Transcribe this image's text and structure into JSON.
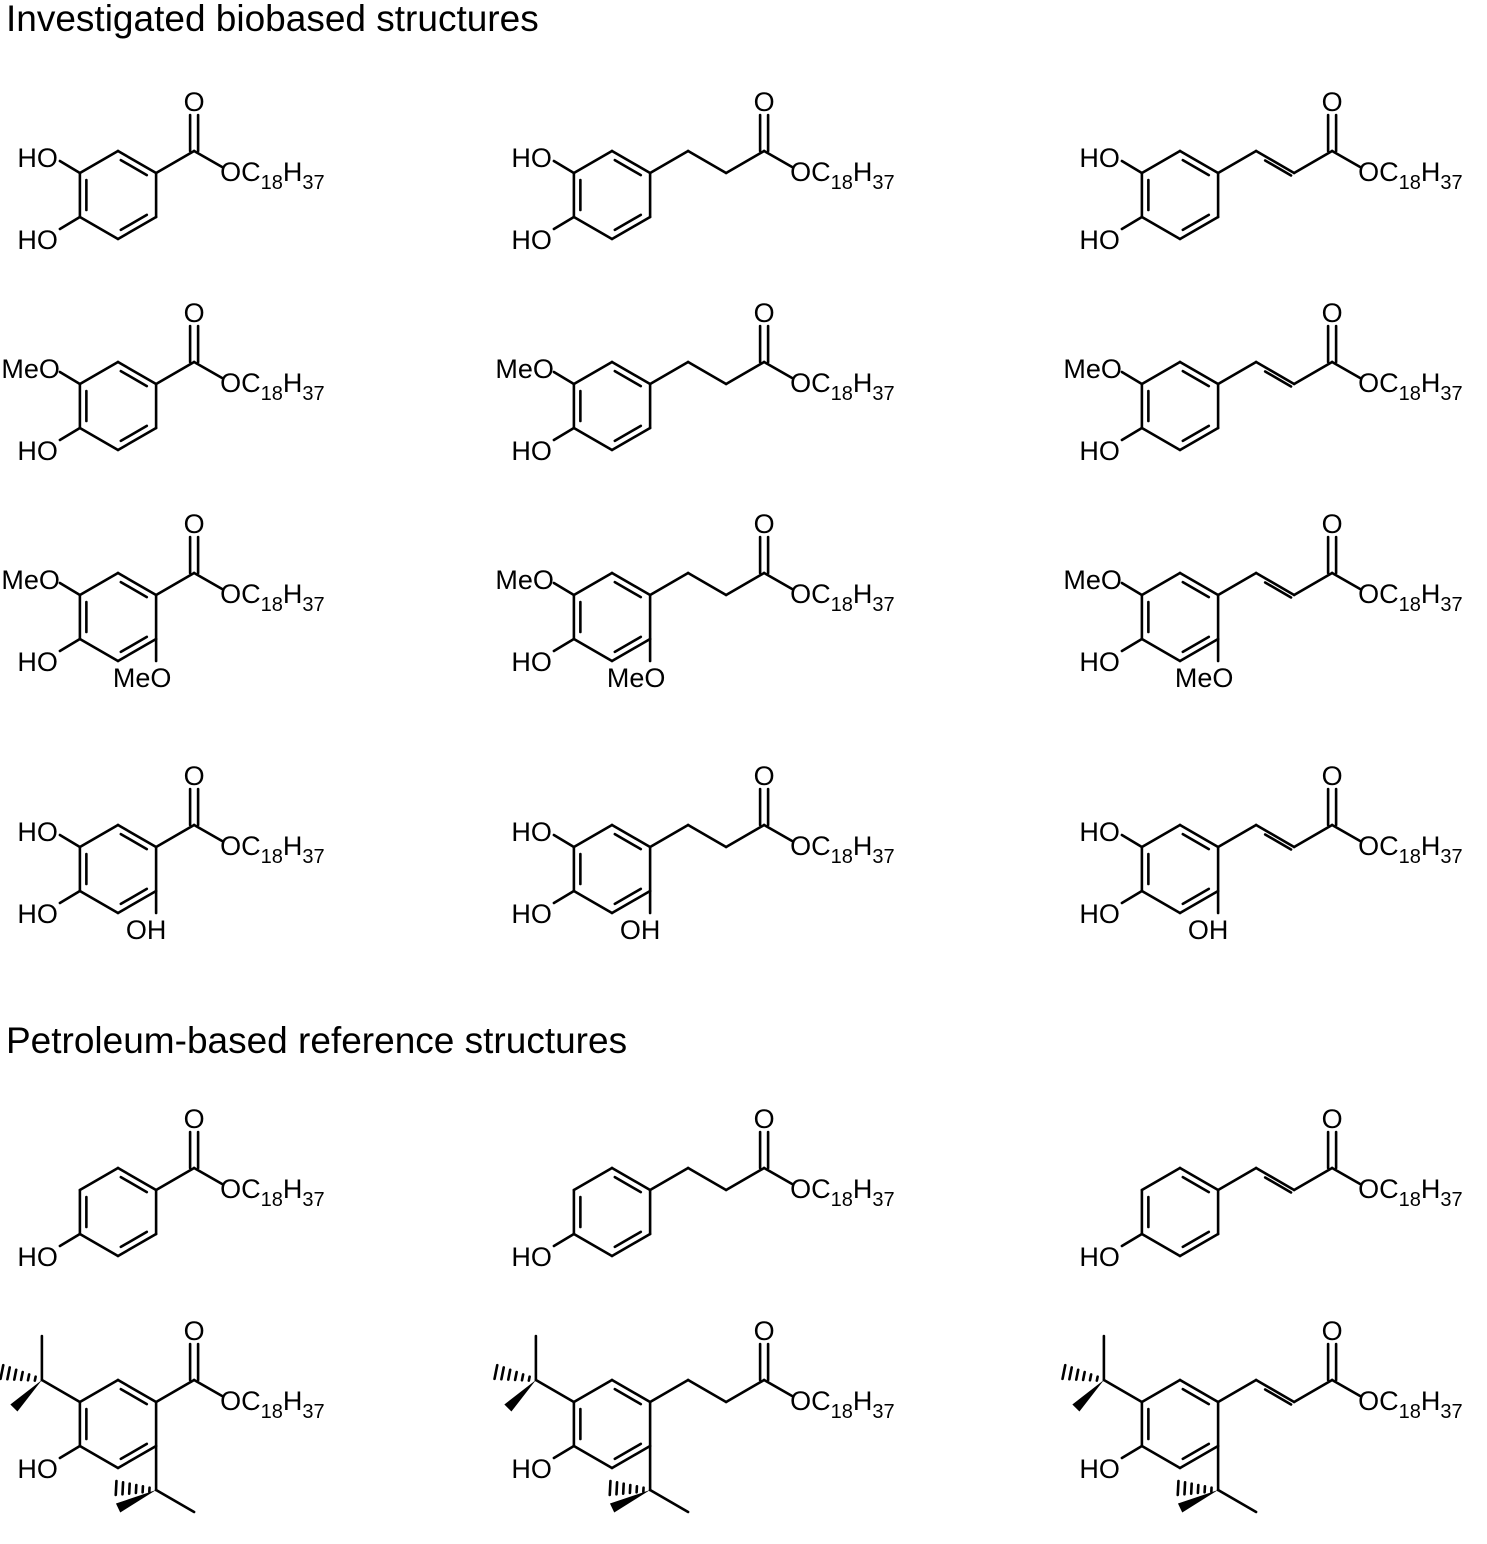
{
  "sections": {
    "biobased_title": "Investigated biobased structures",
    "petroleum_title": "Petroleum-based reference structures"
  },
  "labels": {
    "hydroxyl": "HO",
    "hydroxyl_right": "OH",
    "methoxy": "MeO",
    "carbonyl_oxygen": "O",
    "ester_oxygen": "O",
    "ester_carbon": "C",
    "ester_c_subscript": "18",
    "ester_hydrogen": "H",
    "ester_h_subscript": "37"
  },
  "grid": {
    "rows": [
      {
        "substitution": "3,4-dihydroxy"
      },
      {
        "substitution": "3-methoxy-4-hydroxy"
      },
      {
        "substitution": "3,5-dimethoxy-4-hydroxy"
      },
      {
        "substitution": "3,4,5-trihydroxy"
      },
      {
        "substitution": "4-hydroxy"
      },
      {
        "substitution": "3,5-di-tert-butyl-4-hydroxy"
      }
    ],
    "columns": [
      {
        "linker": "benzoate"
      },
      {
        "linker": "propanoate"
      },
      {
        "linker": "cinnamate"
      }
    ]
  }
}
